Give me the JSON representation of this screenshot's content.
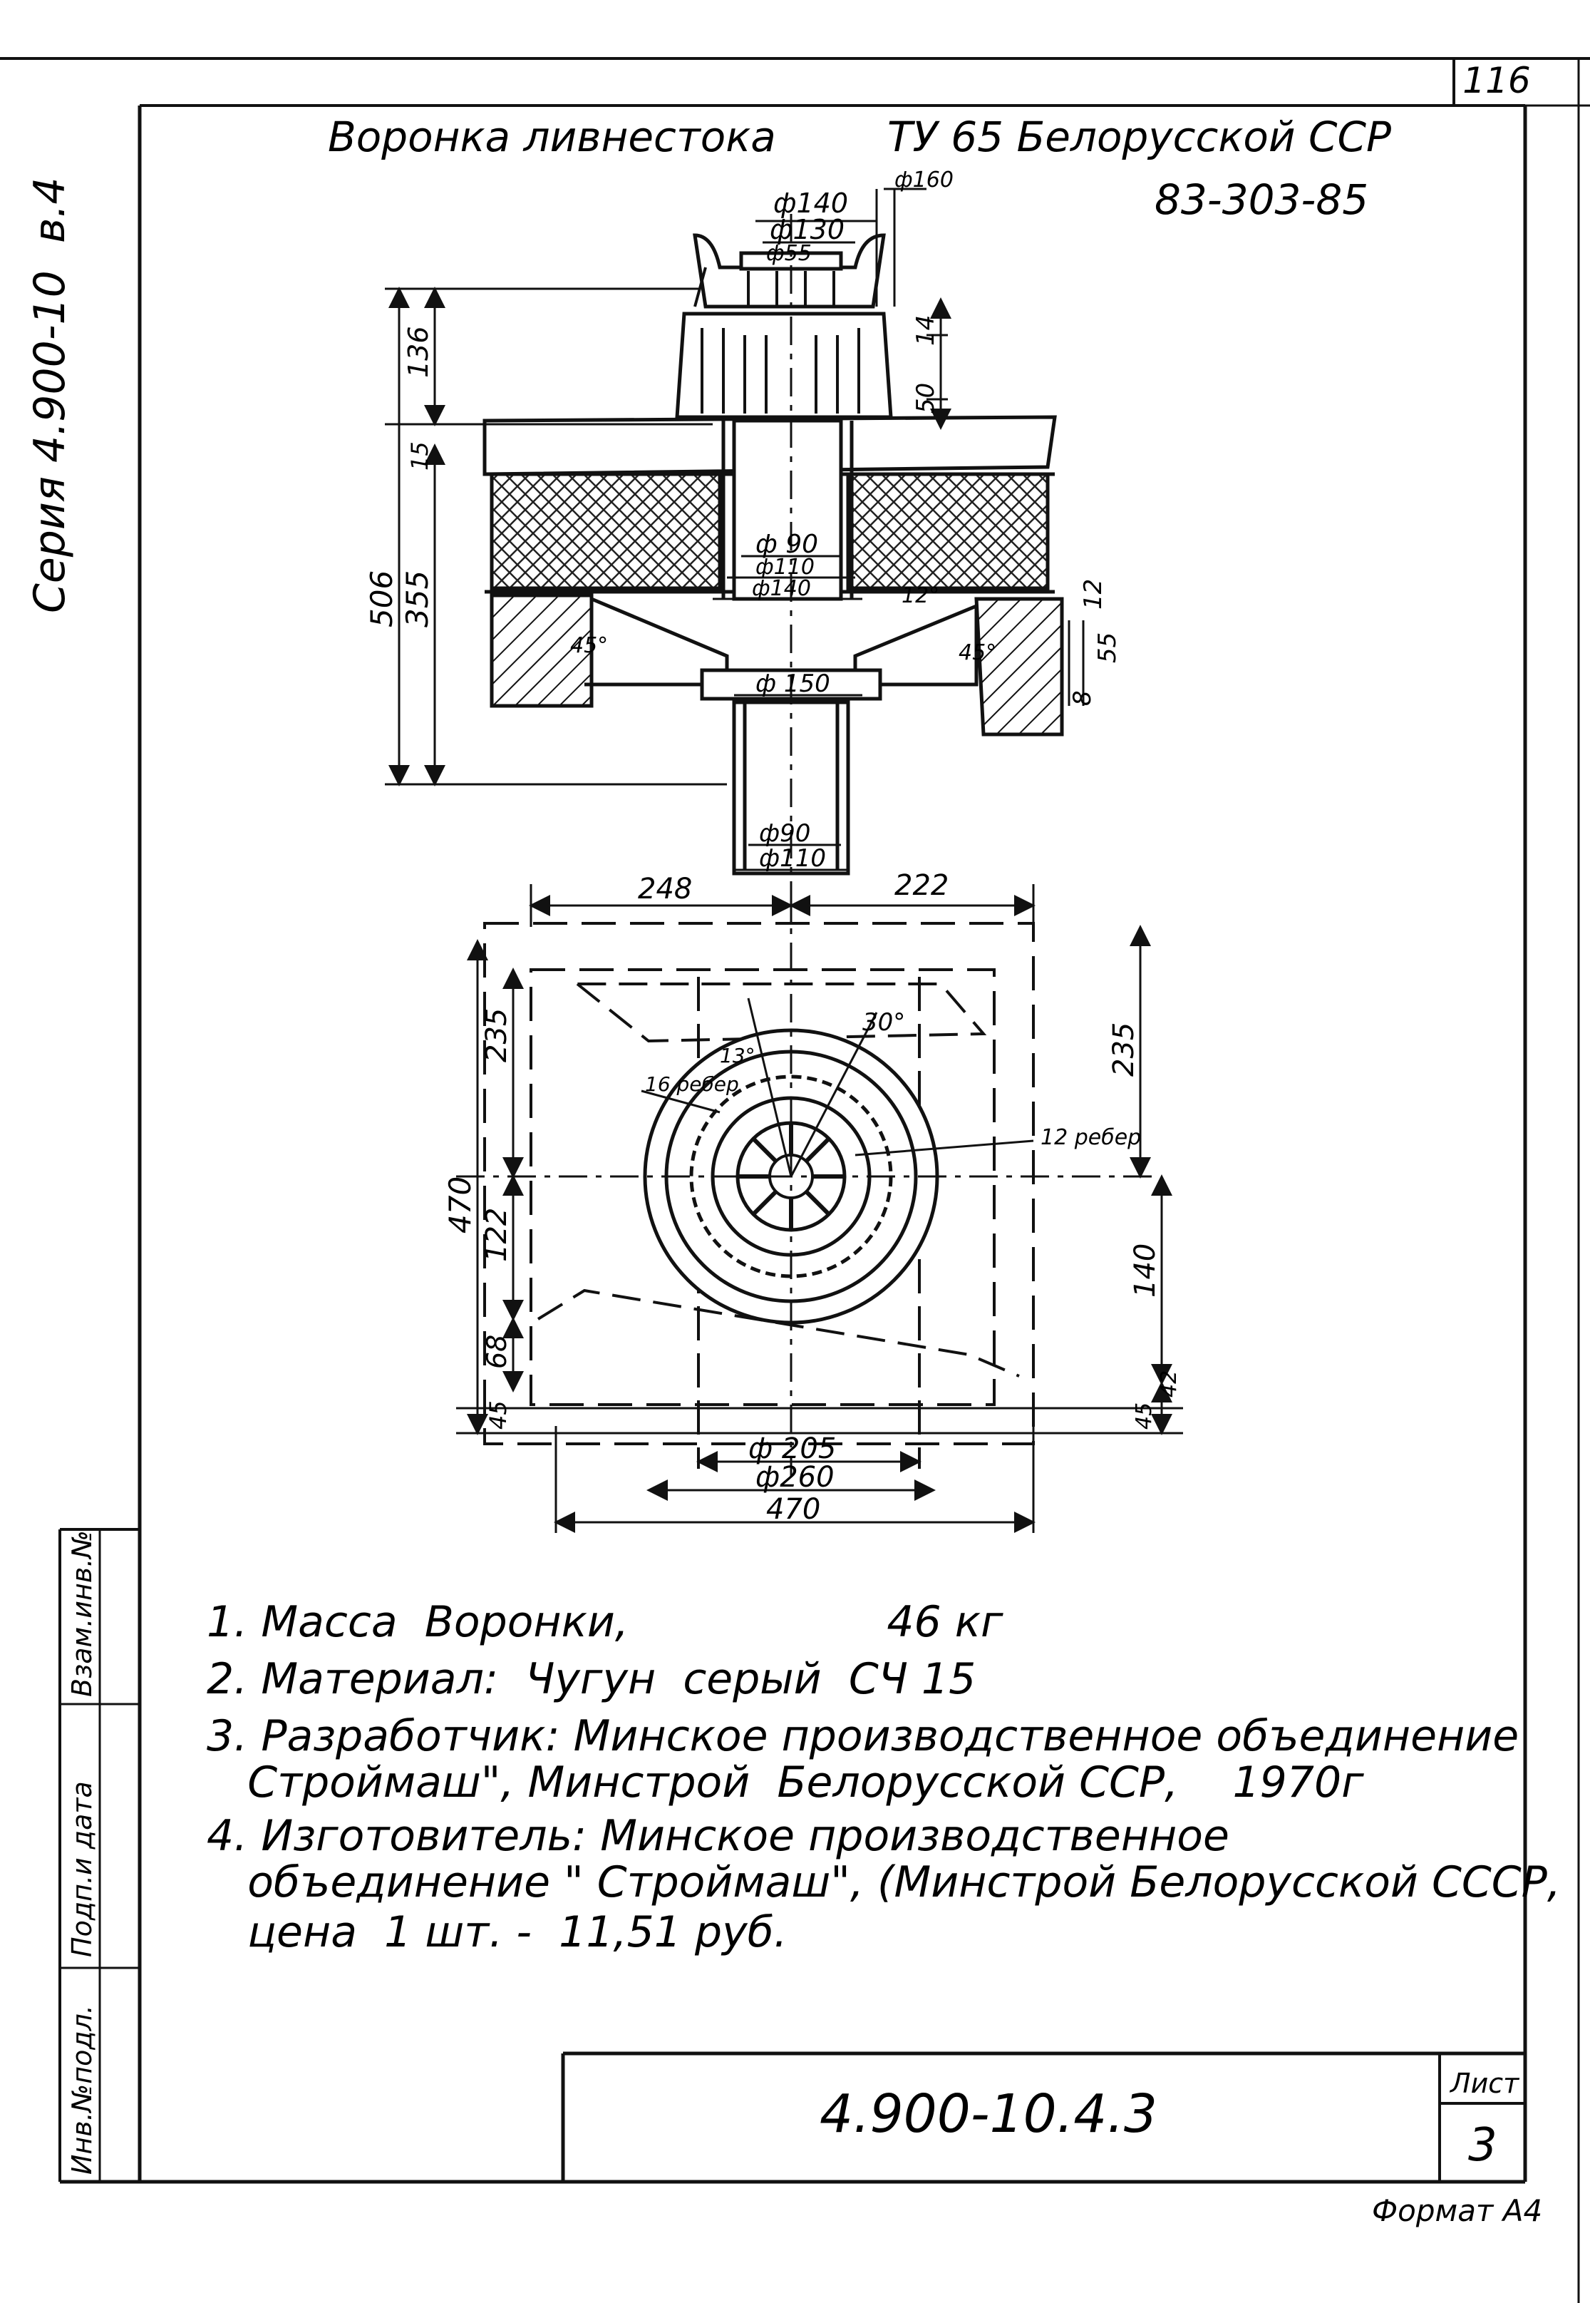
{
  "sheet_corner_number": "116",
  "series_margin": "Серия 4.900-10  в.4",
  "title": {
    "name": "Воронка ливнестока",
    "tu": "ТУ 65 Белорусской ССР",
    "code": "83-303-85"
  },
  "dimensions": {
    "top": [
      "ф140",
      "ф160",
      "ф130",
      "ф55"
    ],
    "left_vertical": [
      "136",
      "15",
      "506",
      "355"
    ],
    "right_vertical": [
      "14",
      "50",
      "12",
      "55",
      "8"
    ],
    "center": [
      "ф 90",
      "ф110",
      "ф140",
      "ф 150",
      "ф90",
      "ф110"
    ],
    "angles": [
      "12°",
      "45°",
      "45°"
    ],
    "plan_top": [
      "248",
      "222"
    ],
    "plan_left": [
      "235",
      "470",
      "122",
      "68",
      "45"
    ],
    "plan_right": [
      "235",
      "140",
      "42",
      "45"
    ],
    "plan_bottom": [
      "ф 205",
      "ф260",
      "470"
    ],
    "ribs_left": "16 ребер",
    "ribs_right": "12 ребер",
    "rib_angle": "30°",
    "rib_small": "13°"
  },
  "notes": [
    "1. Масса  Воронки,                   46 кг",
    "2. Материал:  Чугун  серый  СЧ 15",
    "3. Разработчик: Минское производственное объединение",
    "   Строймаш\", Минстрой  Белорусской ССР,    1970г",
    "4. Изготовитель: Минское производственное",
    "   объединение \" Строймаш\", (Минстрой Белорусской СССР,",
    "   цена  1 шт. -  11,51 руб."
  ],
  "side_stamp": [
    "Инв.№подл.",
    "Подп.и дата",
    "Взам.инв.№"
  ],
  "title_block": {
    "code": "4.900-10.4.3",
    "sheet_label": "Лист",
    "sheet_number": "3"
  },
  "format": "Формат А4"
}
